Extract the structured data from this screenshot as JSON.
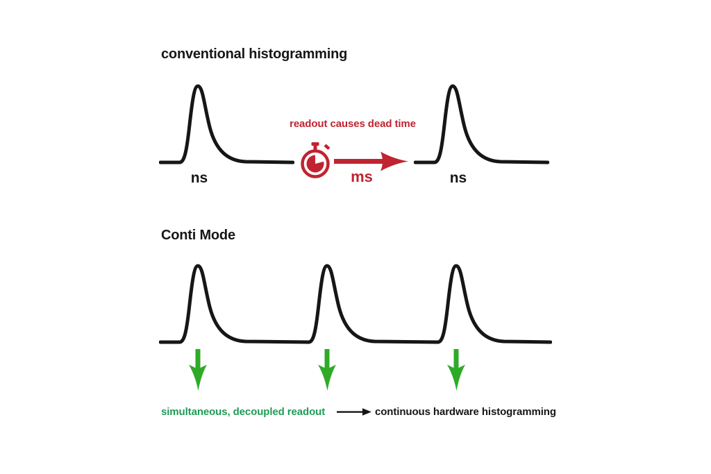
{
  "colors": {
    "curve_black": "#161616",
    "accent_red": "#bf2430",
    "arrow_green": "#2faa27",
    "text_green": "#1f9c55"
  },
  "conventional": {
    "title": "conventional histogramming",
    "dead_time_note": "readout causes dead time",
    "left_pulse_unit": "ns",
    "right_pulse_unit": "ns",
    "readout_unit": "ms"
  },
  "conti_mode": {
    "title": "Conti Mode",
    "readout_note": "simultaneous, decoupled readout",
    "result_note": "continuous hardware histogramming"
  },
  "icons": {
    "stopwatch": "stopwatch-icon",
    "readout_arrow": "arrow-right-icon",
    "event_arrow": "arrow-down-icon",
    "caption_arrow": "arrow-right-icon"
  }
}
